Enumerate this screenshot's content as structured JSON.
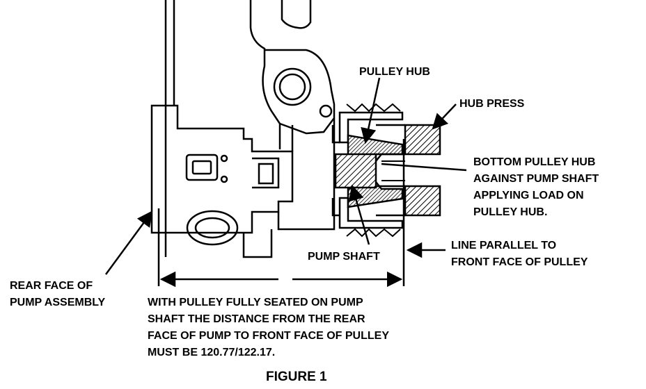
{
  "labels": {
    "pulley_hub": "PULLEY HUB",
    "hub_press": "HUB PRESS",
    "bottom_note": [
      "BOTTOM PULLEY HUB",
      "AGAINST PUMP SHAFT",
      "APPLYING LOAD ON",
      "PULLEY HUB."
    ],
    "pump_shaft": "PUMP SHAFT",
    "line_parallel": [
      "LINE PARALLEL TO",
      "FRONT FACE OF PULLEY"
    ],
    "rear_face": [
      "REAR FACE OF",
      "PUMP ASSEMBLY"
    ],
    "instruction": [
      "WITH PULLEY FULLY SEATED ON PUMP",
      "SHAFT THE DISTANCE FROM THE REAR",
      "FACE OF PUMP TO FRONT FACE OF PULLEY",
      "MUST BE 120.77/122.17."
    ],
    "figure": "FIGURE 1"
  }
}
